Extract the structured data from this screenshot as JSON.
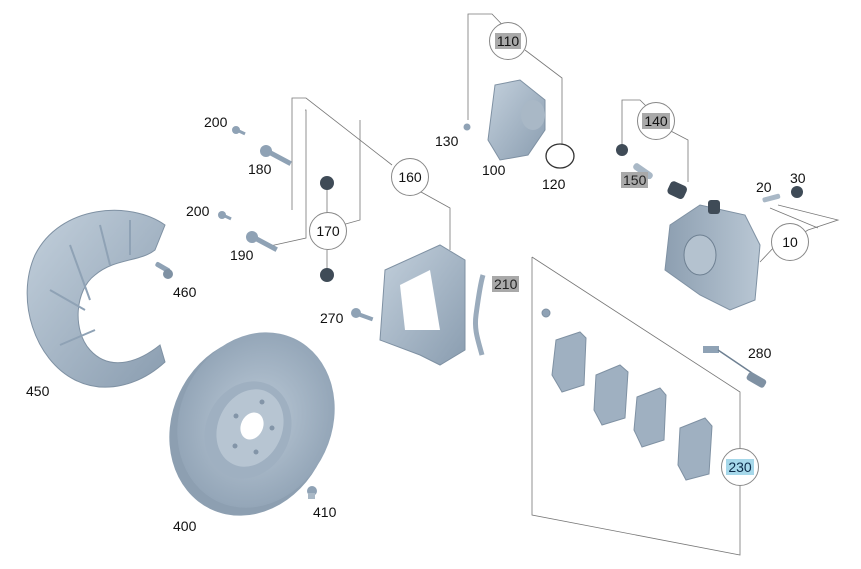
{
  "diagram": {
    "title": "Front brake assembly exploded parts diagram",
    "colors": {
      "part_fill": "#a9b8c6",
      "part_shade": "#7f91a3",
      "part_dark": "#3f4b57",
      "leader_line": "#777777",
      "highlight_grey": "#a9a9a9",
      "highlight_blue": "#a6d8ea"
    },
    "callouts": [
      {
        "id": "10",
        "style": "circle"
      },
      {
        "id": "110",
        "style": "circle-grey"
      },
      {
        "id": "140",
        "style": "circle-grey"
      },
      {
        "id": "160",
        "style": "circle"
      },
      {
        "id": "170",
        "style": "circle"
      },
      {
        "id": "230",
        "style": "circle-blue"
      }
    ],
    "labels": [
      {
        "id": "20",
        "style": "plain"
      },
      {
        "id": "30",
        "style": "plain"
      },
      {
        "id": "100",
        "style": "plain"
      },
      {
        "id": "120",
        "style": "plain"
      },
      {
        "id": "130",
        "style": "plain"
      },
      {
        "id": "150",
        "style": "grey"
      },
      {
        "id": "180",
        "style": "plain"
      },
      {
        "id": "190",
        "style": "plain"
      },
      {
        "id": "200",
        "style": "plain"
      },
      {
        "id": "200",
        "style": "plain"
      },
      {
        "id": "210",
        "style": "grey"
      },
      {
        "id": "270",
        "style": "plain"
      },
      {
        "id": "280",
        "style": "plain"
      },
      {
        "id": "400",
        "style": "plain"
      },
      {
        "id": "410",
        "style": "plain"
      },
      {
        "id": "450",
        "style": "plain"
      },
      {
        "id": "460",
        "style": "plain"
      }
    ],
    "parts": [
      {
        "ref": "10",
        "name": "brake caliper housing"
      },
      {
        "ref": "20",
        "name": "bleeder screw"
      },
      {
        "ref": "30",
        "name": "bleeder cap"
      },
      {
        "ref": "100",
        "name": "parking brake actuator motor"
      },
      {
        "ref": "120",
        "name": "o-ring seal"
      },
      {
        "ref": "130",
        "name": "actuator screw"
      },
      {
        "ref": "140",
        "name": "guide pin kit"
      },
      {
        "ref": "150",
        "name": "guide pin"
      },
      {
        "ref": "160",
        "name": "caliper carrier kit"
      },
      {
        "ref": "170",
        "name": "cap nut"
      },
      {
        "ref": "180",
        "name": "carrier bolt upper"
      },
      {
        "ref": "190",
        "name": "carrier bolt lower"
      },
      {
        "ref": "200",
        "name": "small screw"
      },
      {
        "ref": "210",
        "name": "anti-rattle spring"
      },
      {
        "ref": "230",
        "name": "brake pad set"
      },
      {
        "ref": "270",
        "name": "carrier mounting bolt"
      },
      {
        "ref": "280",
        "name": "pad wear sensor"
      },
      {
        "ref": "400",
        "name": "brake disc"
      },
      {
        "ref": "410",
        "name": "disc retaining screw"
      },
      {
        "ref": "450",
        "name": "splash shield"
      },
      {
        "ref": "460",
        "name": "splash shield bolt"
      }
    ]
  }
}
